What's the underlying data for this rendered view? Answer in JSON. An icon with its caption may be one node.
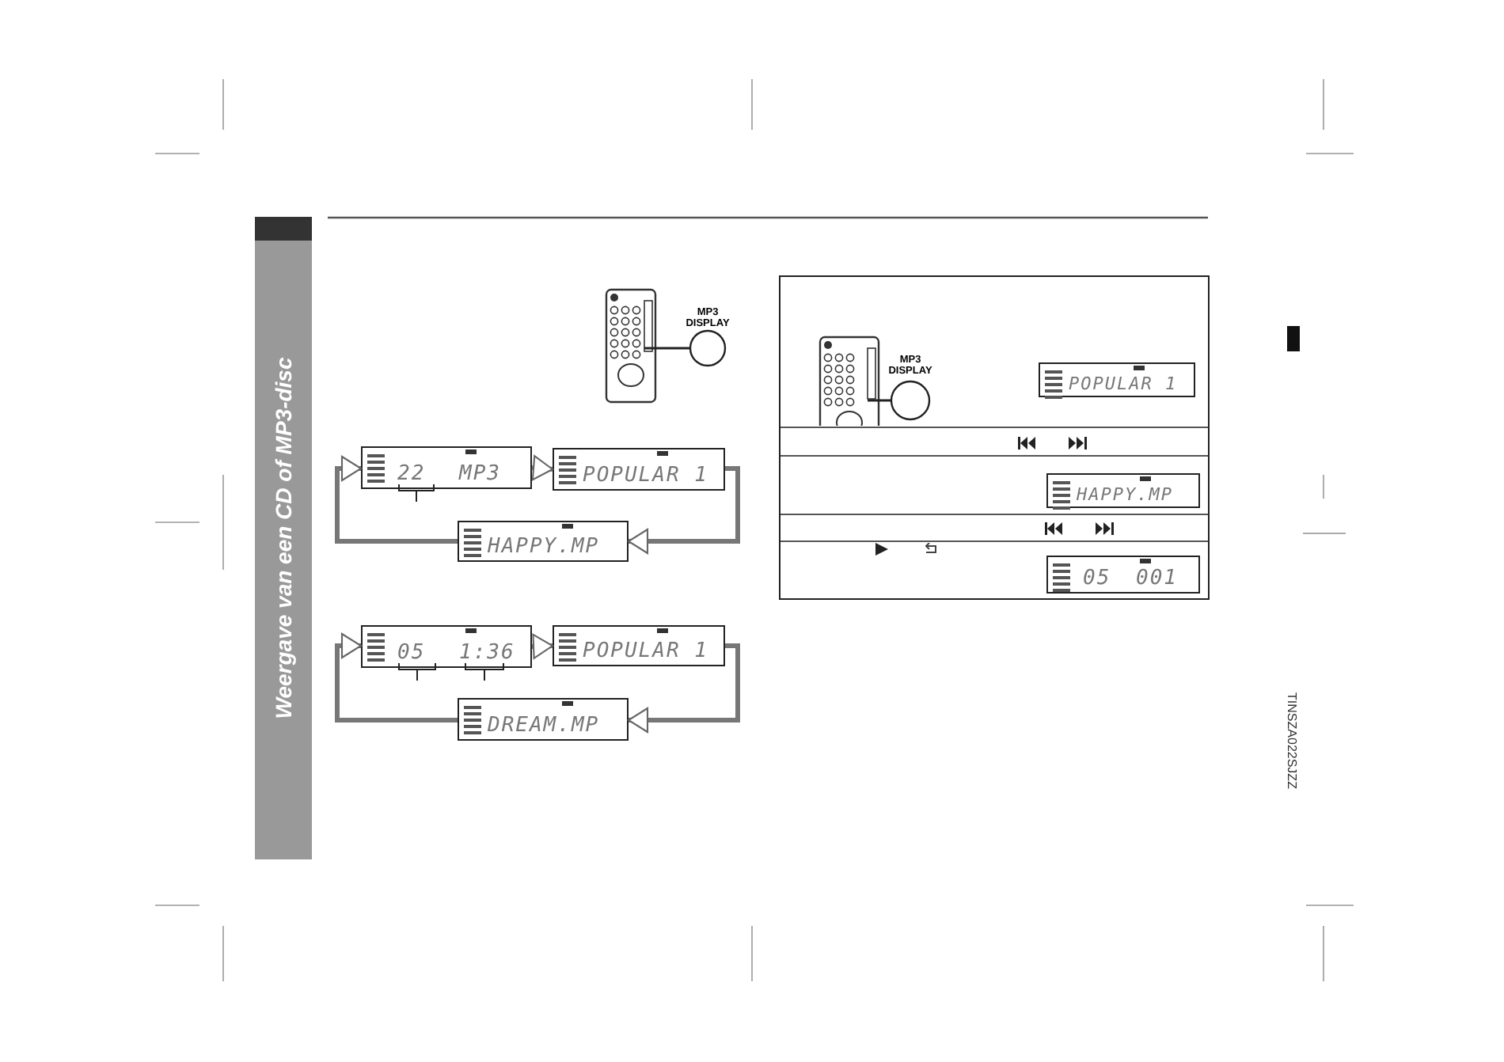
{
  "diagram": {
    "title": "Weergave van een CD of MP3-disc",
    "nodes": [
      {
        "text": [],
        "shape": "picture"
      },
      {
        "text": [
          "MP3 DISPLAY"
        ]
      },
      {
        "text": [
          "22",
          "MP3"
        ]
      },
      {
        "text": [
          "POPULAR 1"
        ]
      },
      {
        "text": [
          "HAPPY.MP"
        ]
      },
      {
        "text": [
          "05",
          "1:36"
        ]
      },
      {
        "text": [
          "POPULAR 1"
        ]
      },
      {
        "text": [
          "DREAM.MP"
        ]
      },
      {
        "text": [],
        "shape": "picture"
      },
      {
        "text": [
          "MP3 DISPLAY"
        ]
      },
      {
        "text": [
          "POPULAR 1"
        ]
      },
      {
        "text": [
          "HAPPY.MP"
        ]
      },
      {
        "text": [
          "05",
          "001"
        ]
      }
    ],
    "edges": [
      {
        "from": 0,
        "to": 1,
        "arrow": "none"
      },
      {
        "from": 2,
        "to": 3,
        "arrow": "to"
      },
      {
        "from": 3,
        "to": 4,
        "arrow": "to"
      },
      {
        "from": 4,
        "to": 2,
        "arrow": "to"
      },
      {
        "from": 5,
        "to": 6,
        "arrow": "to"
      },
      {
        "from": 6,
        "to": 7,
        "arrow": "to"
      },
      {
        "from": 7,
        "to": 5,
        "arrow": "to"
      },
      {
        "from": 8,
        "to": 9,
        "arrow": "none"
      }
    ],
    "labels": [
      "TINSZA022SJZZ"
    ]
  }
}
